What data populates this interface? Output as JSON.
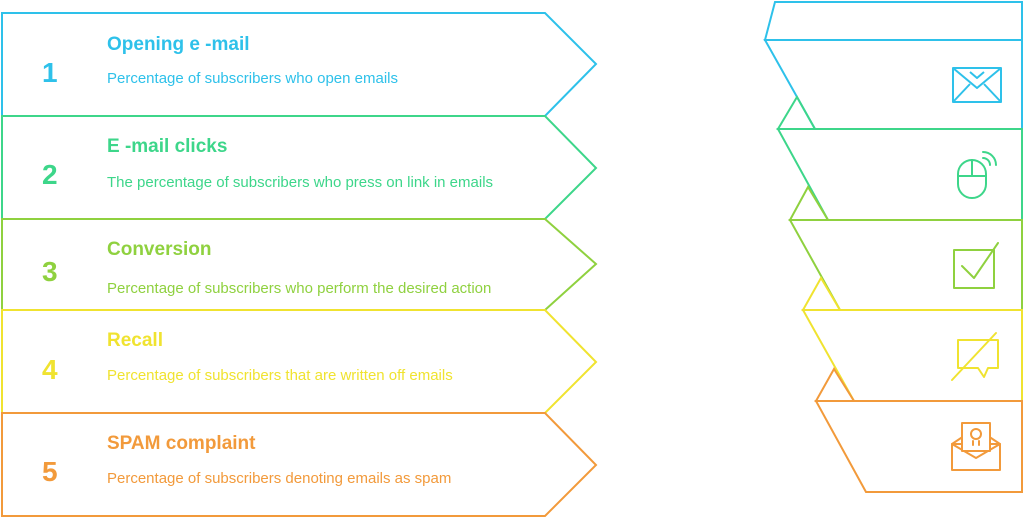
{
  "steps": [
    {
      "number": "1",
      "title": "Opening e -mail",
      "description": "Percentage of subscribers who open emails",
      "color": "#2ec1ea",
      "icon": "envelope-icon"
    },
    {
      "number": "2",
      "title": "E -mail clicks",
      "description": "The percentage of subscribers who press on link in emails",
      "color": "#3dd68a",
      "icon": "mouse-click-icon"
    },
    {
      "number": "3",
      "title": "Conversion",
      "description": "Percentage of subscribers who perform the desired action",
      "color": "#8fd13f",
      "icon": "checkbox-icon"
    },
    {
      "number": "4",
      "title": "Recall",
      "description": "Percentage of subscribers that are written off emails",
      "color": "#f0e330",
      "icon": "unsubscribe-chat-icon"
    },
    {
      "number": "5",
      "title": "SPAM complaint",
      "description": "Percentage of subscribers denoting emails as spam",
      "color": "#f29a3b",
      "icon": "spam-envelope-icon"
    }
  ]
}
